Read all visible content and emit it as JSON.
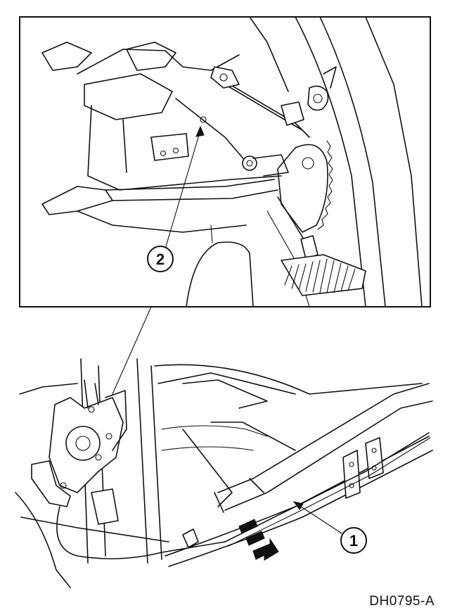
{
  "callouts": [
    {
      "id": "1",
      "label": "1"
    },
    {
      "id": "2",
      "label": "2"
    }
  ],
  "figure_code": "DH0795-A",
  "colors": {
    "ink": "#111111",
    "paper": "#ffffff"
  }
}
